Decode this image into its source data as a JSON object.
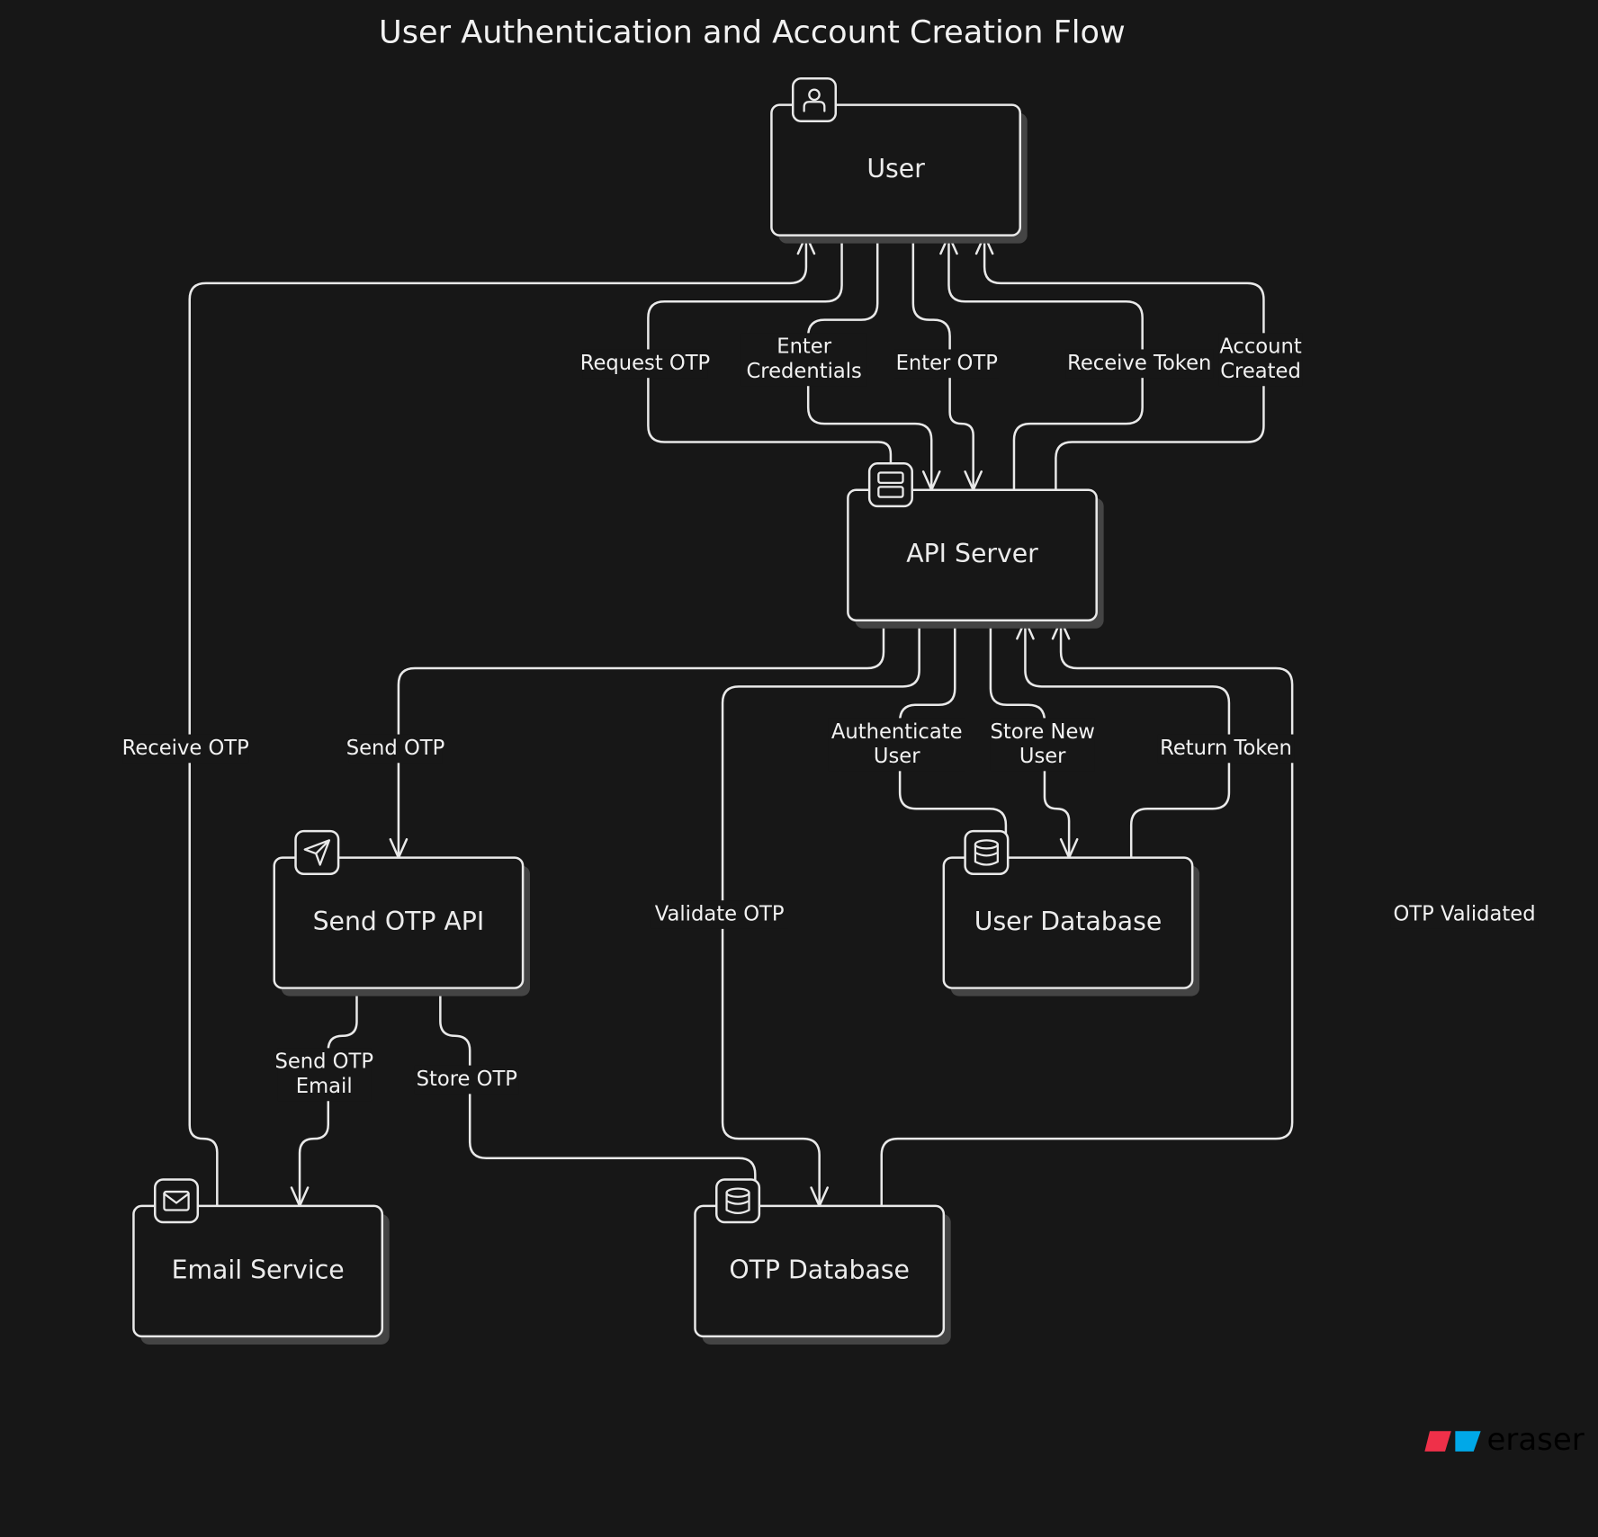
{
  "title": "User Authentication and Account Creation Flow",
  "colors": {
    "background": "#171717",
    "stroke": "#e9e9e9",
    "shadow": "#444444",
    "brand_red": "#ef3049",
    "brand_blue": "#00a8e8"
  },
  "nodes": [
    {
      "id": "user",
      "label": "User",
      "icon": "user-icon"
    },
    {
      "id": "api",
      "label": "API Server",
      "icon": "server-icon"
    },
    {
      "id": "sendotp",
      "label": "Send OTP API",
      "icon": "send-icon"
    },
    {
      "id": "userdb",
      "label": "User Database",
      "icon": "database-icon"
    },
    {
      "id": "email",
      "label": "Email Service",
      "icon": "mail-icon"
    },
    {
      "id": "otpdb",
      "label": "OTP Database",
      "icon": "database-icon"
    }
  ],
  "edges": [
    {
      "from": "user",
      "to": "api",
      "lines": [
        "Request OTP"
      ]
    },
    {
      "from": "user",
      "to": "api",
      "lines": [
        "Enter",
        "Credentials"
      ]
    },
    {
      "from": "user",
      "to": "api",
      "lines": [
        "Enter OTP"
      ]
    },
    {
      "from": "api",
      "to": "user",
      "lines": [
        "Receive Token"
      ]
    },
    {
      "from": "api",
      "to": "user",
      "lines": [
        "Account",
        "Created"
      ]
    },
    {
      "from": "email",
      "to": "user",
      "lines": [
        "Receive OTP"
      ]
    },
    {
      "from": "api",
      "to": "sendotp",
      "lines": [
        "Send OTP"
      ]
    },
    {
      "from": "api",
      "to": "otpdb",
      "lines": [
        "Validate OTP"
      ]
    },
    {
      "from": "api",
      "to": "userdb",
      "lines": [
        "Authenticate",
        "User"
      ]
    },
    {
      "from": "api",
      "to": "userdb",
      "lines": [
        "Store New",
        "User"
      ]
    },
    {
      "from": "userdb",
      "to": "api",
      "lines": [
        "Return Token"
      ]
    },
    {
      "from": "otpdb",
      "to": "api",
      "lines": [
        "OTP Validated"
      ]
    },
    {
      "from": "sendotp",
      "to": "email",
      "lines": [
        "Send OTP",
        "Email"
      ]
    },
    {
      "from": "sendotp",
      "to": "otpdb",
      "lines": [
        "Store OTP"
      ]
    }
  ],
  "brand": {
    "name": "eraser"
  }
}
